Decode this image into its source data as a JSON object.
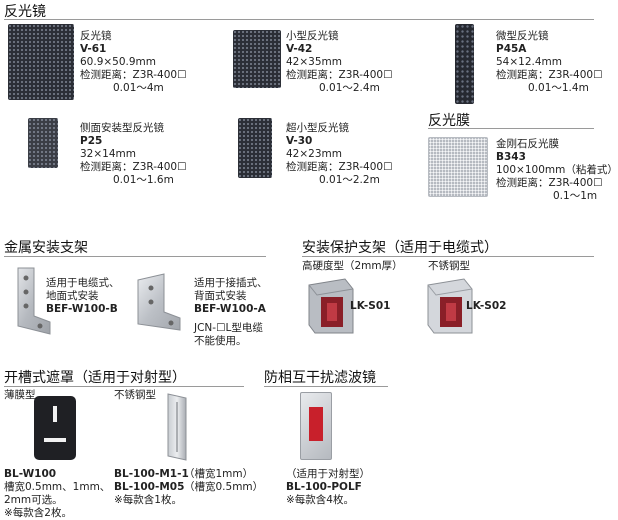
{
  "sections": {
    "reflectors": "反光镜",
    "film": "反光膜",
    "brackets": "金属安装支架",
    "protect": "安装保护支架（适用于电缆式）",
    "slit": "开槽式遮罩（适用于对射型）",
    "filter": "防相互干扰滤波镜"
  },
  "reflectors": [
    {
      "name": "反光镜",
      "model": "V-61",
      "size": "60.9×50.9mm",
      "distance_label": "检测距离：Z3R-400☐",
      "distance": "0.01～4m"
    },
    {
      "name": "小型反光镜",
      "model": "V-42",
      "size": "42×35mm",
      "distance_label": "检测距离：Z3R-400☐",
      "distance": "0.01～2.4m"
    },
    {
      "name": "微型反光镜",
      "model": "P45A",
      "size": "54×12.4mm",
      "distance_label": "检测距离：Z3R-400☐",
      "distance": "0.01～1.4m"
    },
    {
      "name": "侧面安装型反光镜",
      "model": "P25",
      "size": "32×14mm",
      "distance_label": "检测距离：Z3R-400☐",
      "distance": "0.01～1.6m"
    },
    {
      "name": "超小型反光镜",
      "model": "V-30",
      "size": "42×23mm",
      "distance_label": "检测距离：Z3R-400☐",
      "distance": "0.01～2.2m"
    }
  ],
  "film": {
    "name": "金刚石反光膜",
    "model": "B343",
    "size": "100×100mm（粘着式）",
    "distance_label": "检测距离：Z3R-400☐",
    "distance": "0.1～1m"
  },
  "brackets": [
    {
      "line1": "适用于电缆式、",
      "line2": "地面式安装",
      "model": "BEF-W100-B"
    },
    {
      "line1": "适用于接插式、",
      "line2": "背面式安装",
      "model": "BEF-W100-A",
      "note1": "JCN-☐L型电缆",
      "note2": "不能使用。"
    }
  ],
  "protect": {
    "types": [
      "高硬度型（2mm厚）",
      "不锈钢型"
    ],
    "models": [
      "LK-S01",
      "LK-S02"
    ]
  },
  "slit": {
    "type1": "薄膜型",
    "type2": "不锈钢型",
    "m1": "BL-W100",
    "m1_desc1": "槽宽0.5mm、1mm、",
    "m1_desc2": "2mm可选。",
    "m1_note": "※每款含2枚。",
    "m2": "BL-100-M1-1",
    "m2_w": "（槽宽1mm）",
    "m3": "BL-100-M05",
    "m3_w": "（槽宽0.5mm）",
    "m23_note": "※每款含1枚。"
  },
  "filter": {
    "desc": "（适用于对射型）",
    "model": "BL-100-POLF",
    "note": "※每款含4枚。"
  }
}
